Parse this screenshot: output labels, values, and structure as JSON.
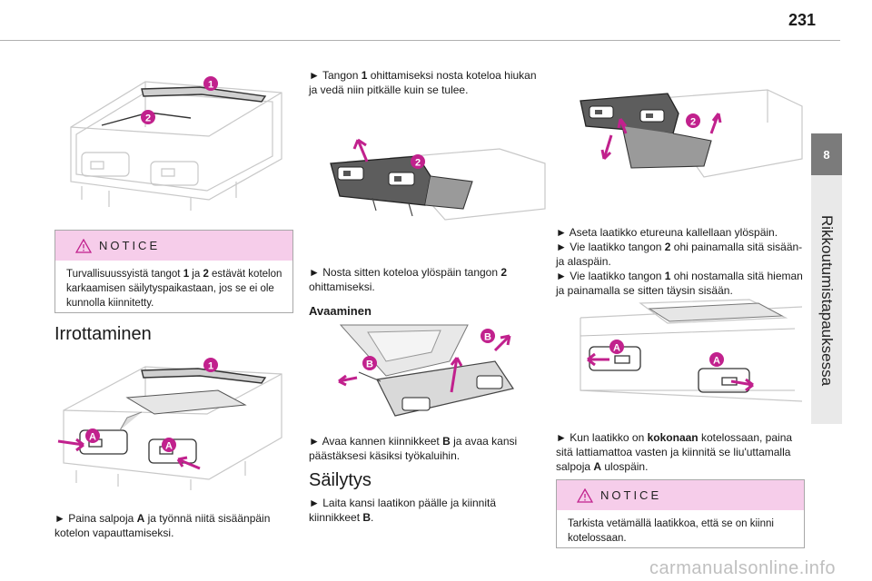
{
  "page": {
    "number": "231"
  },
  "side": {
    "chapter_number": "8",
    "chapter_title": "Rikkoutumistapauksessa"
  },
  "col1": {
    "notice": {
      "label": "NOTICE",
      "text_pre": "Turvallisuussyistä tangot ",
      "b1": "1",
      "text_mid": " ja ",
      "b2": "2",
      "text_post": " estävät kotelon karkaamisen säilytyspaikastaan, jos se ei ole kunnolla kiinnitetty."
    },
    "heading": "Irrottaminen",
    "step_arrow": "►",
    "step_pre": " Paina salpoja ",
    "step_bold": "A",
    "step_post": " ja työnnä niitä sisäänpäin kotelon vapauttamiseksi."
  },
  "col2": {
    "step1_arrow": "►",
    "step1_pre": " Tangon ",
    "step1_bold": "1",
    "step1_post": " ohittamiseksi nosta koteloa hiukan ja vedä niin pitkälle kuin se tulee.",
    "step2_arrow": "►",
    "step2_pre": " Nosta sitten koteloa ylöspäin tangon ",
    "step2_bold": "2",
    "step2_post": " ohittamiseksi.",
    "heading_open": "Avaaminen",
    "step3_arrow": "►",
    "step3_pre": " Avaa kannen kiinnikkeet ",
    "step3_bold": "B",
    "step3_post": " ja avaa kansi päästäksesi käsiksi työkaluihin.",
    "heading_store": "Säilytys",
    "step4_arrow": "►",
    "step4_pre": " Laita kansi laatikon päälle ja kiinnitä kiinnikkeet ",
    "step4_bold": "B",
    "step4_post": "."
  },
  "col3": {
    "s1_arrow": "►",
    "s1_text": " Aseta laatikko etureuna kallellaan ylöspäin.",
    "s2_arrow": "►",
    "s2_pre": " Vie laatikko tangon ",
    "s2_bold": "2",
    "s2_post": " ohi painamalla sitä sisään- ja alaspäin.",
    "s3_arrow": "►",
    "s3_pre": " Vie laatikko tangon ",
    "s3_bold": "1",
    "s3_post": " ohi nostamalla sitä hieman ja painamalla se sitten täysin sisään.",
    "s4_arrow": "►",
    "s4_pre": " Kun laatikko on ",
    "s4_bold": "kokonaan",
    "s4_post": " kotelossaan, paina sitä lattiamattoa vasten ja kiinnitä se liu'uttamalla salpoja ",
    "s4_bold2": "A",
    "s4_post2": " ulospäin.",
    "notice": {
      "label": "NOTICE",
      "text": "Tarkista vetämällä laatikkoa, että se on kiinni kotelossaan."
    }
  },
  "markers": {
    "one": "1",
    "two": "2",
    "a": "A",
    "b": "B"
  },
  "footer": {
    "watermark": "carmanualsonline.info"
  },
  "colors": {
    "accent_pink": "#f6cdea",
    "marker_magenta": "#c1218d",
    "tab_gray": "#7b7b7b"
  },
  "icons": {
    "warning": "warning-triangle-icon"
  }
}
